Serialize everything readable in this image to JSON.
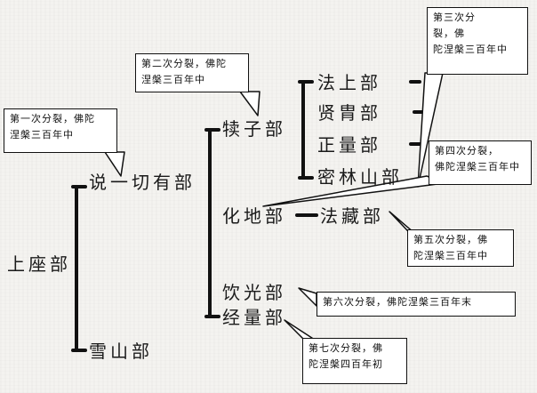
{
  "colors": {
    "background": "#f4f3f0",
    "line": "#111111",
    "callout_fill": "#ffffff"
  },
  "nodes": {
    "shangzuo": "上座部",
    "sarvasti": "说一切有部",
    "xueshan": "雪山部",
    "duzi": "犊子部",
    "fashang": "法上部",
    "xianzhou": "贤胄部",
    "zhengliang": "正量部",
    "milinshan": "密林山部",
    "huadi": "化地部",
    "fazang": "法藏部",
    "yinguang": "饮光部",
    "jingliang": "经量部"
  },
  "callouts": {
    "c1_line1": "第一次分裂，佛陀",
    "c1_line2": "涅槃三百年中",
    "c2_line1": "第二次分裂，佛陀",
    "c2_line2": "涅槃三百年中",
    "c3_line1": "第三次分",
    "c3_line2": "裂，佛",
    "c3_line3": "陀涅槃三百年中",
    "c4_line1": "第四次分裂，",
    "c4_line2": "佛陀涅槃三百年中",
    "c5_line1": "第五次分裂，佛",
    "c5_line2": "陀涅槃三百年中",
    "c6_line1": "第六次分裂，佛陀涅槃三百年末",
    "c7_line1": "第七次分裂，佛",
    "c7_line2": "陀涅槃四百年初"
  }
}
